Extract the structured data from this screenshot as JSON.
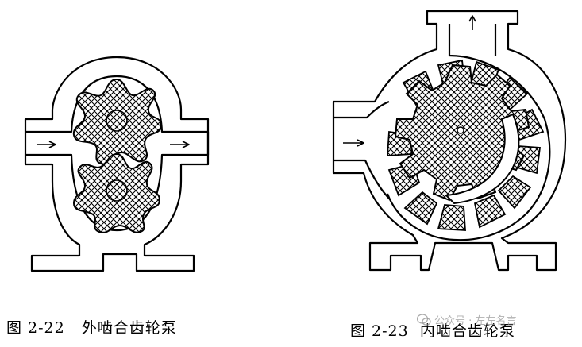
{
  "figures": [
    {
      "number": "图 2-22",
      "title": "外啮合齿轮泵"
    },
    {
      "number": "图 2-23",
      "title": "内啮合齿轮泵"
    }
  ],
  "watermark": {
    "text": "公众号 · 左左名言",
    "icon": "wechat-icon"
  },
  "colors": {
    "ink": "#000000",
    "background": "#ffffff"
  }
}
